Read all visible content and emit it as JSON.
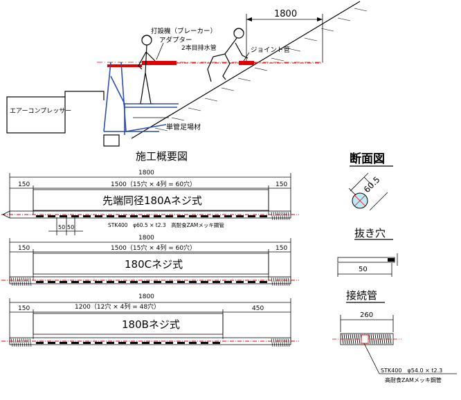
{
  "illustration": {
    "dim_top": "1800",
    "label_breaker": "打設機（ブレーカー）",
    "label_adapter": "アダプター",
    "label_second_pipe": "2本目排水管",
    "label_joint_pipe": "ジョイント管",
    "label_compressor": "エアーコンプレッサー",
    "label_scaffold": "単管足場材"
  },
  "sections": {
    "overview_title": "施工概要図",
    "cross_title": "断面図",
    "hole_title": "抜き穴",
    "joint_title": "接続管"
  },
  "pipes": [
    {
      "total": "1800",
      "left": "150",
      "middle": "1500（15穴 × 4列 = 60穴）",
      "right": "150",
      "name": "先端同径180Aネジ式",
      "spacing_a": "50",
      "spacing_b": "50",
      "spec": "STK400　φ60.5 × t2.3　高耐食ZAMメッキ鋼管"
    },
    {
      "total": "1800",
      "left": "150",
      "middle": "1500（15穴 × 4列 = 60穴）",
      "right": "150",
      "name": "180Cネジ式"
    },
    {
      "total": "1800",
      "left": "150",
      "middle": "1200（12穴 × 4列 = 48穴）",
      "right": "450",
      "name": "180Bネジ式"
    }
  ],
  "cross_section": {
    "diameter": "60.5"
  },
  "hole_detail": {
    "length": "50"
  },
  "joint_detail": {
    "length": "260",
    "spec_line1": "STK400　φ54.0 × t2.3",
    "spec_line2": "高耐食ZAMメッキ鋼管"
  }
}
